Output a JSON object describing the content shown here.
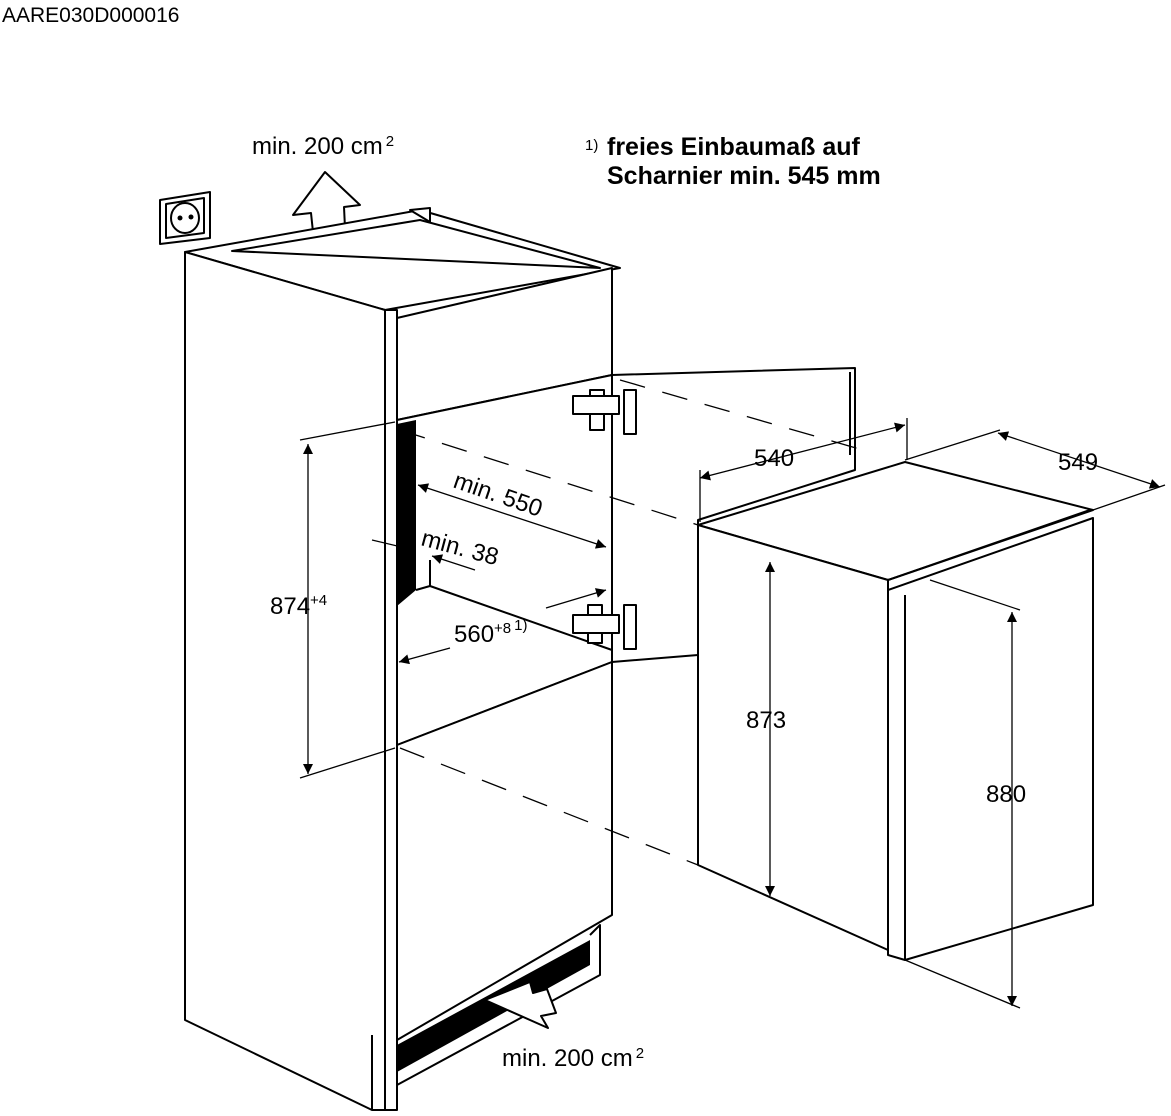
{
  "document_code": "AARE030D000016",
  "ventilation_top": {
    "label": "min. 200 cm",
    "superscript": "2"
  },
  "ventilation_bottom": {
    "label": "min. 200 cm",
    "superscript": "2"
  },
  "footnote": {
    "marker": "1)",
    "line1": "freies Einbaumaß auf",
    "line2": "Scharnier min. 545 mm"
  },
  "dimensions": {
    "niche_height": {
      "value": "874",
      "tolerance": "+4"
    },
    "niche_depth": "min. 550",
    "rear_gap": "min. 38",
    "niche_width": {
      "value": "560",
      "tolerance": "+8",
      "footnote": "1)"
    },
    "appliance_width": "540",
    "appliance_depth": "549",
    "appliance_body_height": "873",
    "appliance_total_height": "880"
  }
}
